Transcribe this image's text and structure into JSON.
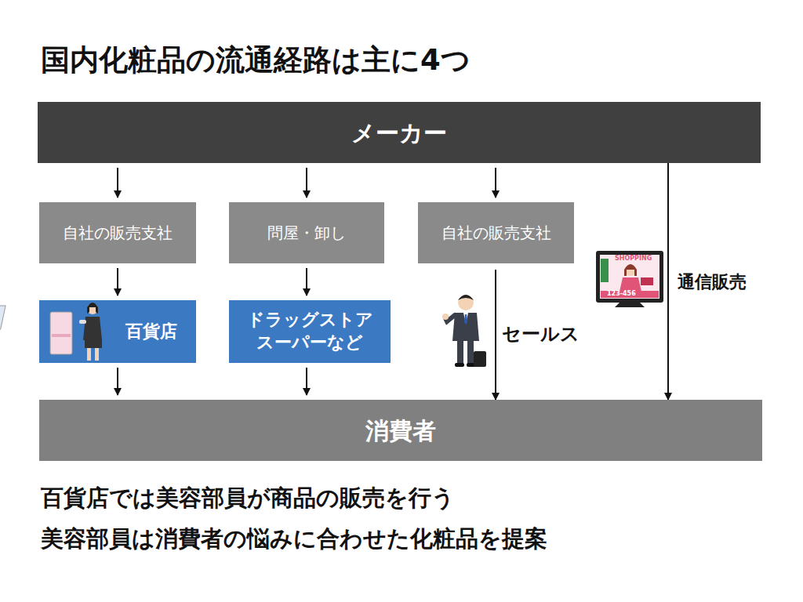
{
  "diagram": {
    "title": "国内化粧品の流通経路は主に4つ",
    "nodes": [
      {
        "text": [
          "メーカー"
        ]
      },
      {
        "text": [
          "自社の販売支社"
        ]
      },
      {
        "text": [
          "問屋・卸し"
        ]
      },
      {
        "text": [
          "自社の販売支社"
        ]
      },
      {
        "text": [
          "百貨店"
        ]
      },
      {
        "text": [
          "ドラッグストア スーパーなど"
        ]
      },
      {
        "text": [
          "消費者"
        ]
      }
    ],
    "edges": [
      {
        "from": 0,
        "to": 1,
        "arrow": "to"
      },
      {
        "from": 0,
        "to": 2,
        "arrow": "to"
      },
      {
        "from": 0,
        "to": 3,
        "arrow": "to"
      },
      {
        "from": 0,
        "to": 6,
        "label": "通信販売",
        "arrow": "to"
      },
      {
        "from": 1,
        "to": 4,
        "arrow": "to"
      },
      {
        "from": 2,
        "to": 5,
        "arrow": "to"
      },
      {
        "from": 3,
        "to": 6,
        "label": "セールス",
        "arrow": "to"
      },
      {
        "from": 4,
        "to": 6,
        "arrow": "to"
      },
      {
        "from": 5,
        "to": 6,
        "arrow": "to"
      }
    ],
    "labels": [
      "SHOPPING",
      "123-456",
      "百貨店では美容部員が商品の販売を行う",
      "美容部員は消費者の悩みに合わせた化粧品を提案"
    ]
  }
}
